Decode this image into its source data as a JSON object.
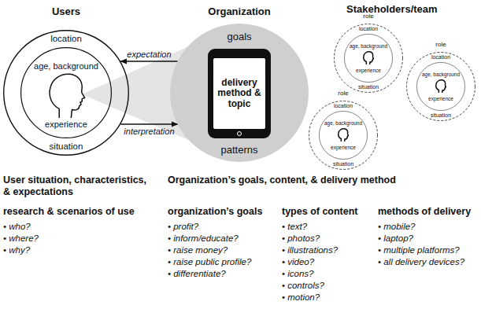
{
  "diagram": {
    "nodes": [
      {
        "text": [
          "Users",
          "location",
          "situation"
        ]
      },
      {
        "text": [
          "age, background",
          "experience"
        ],
        "in": 0
      },
      {
        "text": [
          "Organization",
          "goals",
          "patterns"
        ]
      },
      {
        "text": [
          "delivery method & topic"
        ],
        "in": 2
      },
      {
        "text": [
          "role",
          "location",
          "situation"
        ]
      },
      {
        "text": [
          "age, background",
          "experience"
        ],
        "in": 4
      },
      {
        "text": [
          "role",
          "location",
          "situation"
        ]
      },
      {
        "text": [
          "age, background",
          "experience"
        ],
        "in": 6
      },
      {
        "text": [
          "role",
          "location",
          "situation"
        ]
      },
      {
        "text": [
          "age, background",
          "experience"
        ],
        "in": 8
      }
    ],
    "edges": [
      {
        "from": 2,
        "to": 0,
        "arrow": "to",
        "label": "expectation"
      },
      {
        "from": 0,
        "to": 2,
        "arrow": "to",
        "label": "interpretation"
      }
    ],
    "labels": [
      "Stakeholders/team",
      "User situation, characteristics, & expectations",
      "research & scenarios of use",
      "• who?",
      "• where?",
      "• why?",
      "Organization’s goals, content, & delivery method",
      "organization’s goals",
      "• profit?",
      "• inform/educate?",
      "• raise money?",
      "• raise public profile?",
      "• differentiate?",
      "types of content",
      "• text?",
      "• photos?",
      "• illustrations?",
      "• video?",
      "• icons?",
      "• controls?",
      "• motion?",
      "methods of delivery",
      "• mobile?",
      "• laptop?",
      "• multiple platforms?",
      "• all delivery devices?"
    ]
  }
}
